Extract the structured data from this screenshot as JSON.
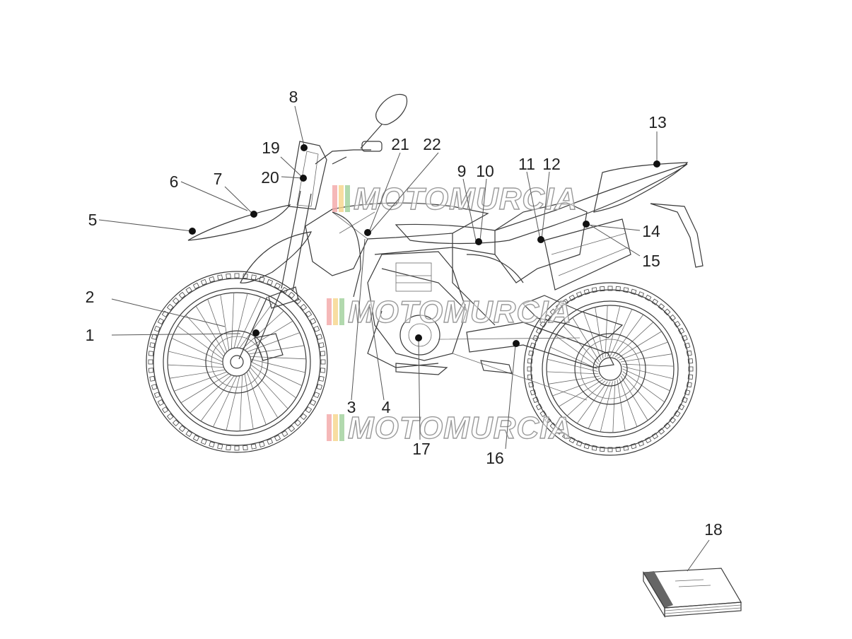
{
  "diagram": {
    "callouts": [
      {
        "id": "1",
        "label": "1"
      },
      {
        "id": "2",
        "label": "2"
      },
      {
        "id": "3",
        "label": "3"
      },
      {
        "id": "4",
        "label": "4"
      },
      {
        "id": "5",
        "label": "5"
      },
      {
        "id": "6",
        "label": "6"
      },
      {
        "id": "7",
        "label": "7"
      },
      {
        "id": "8",
        "label": "8"
      },
      {
        "id": "9",
        "label": "9"
      },
      {
        "id": "10",
        "label": "10"
      },
      {
        "id": "11",
        "label": "11"
      },
      {
        "id": "12",
        "label": "12"
      },
      {
        "id": "13",
        "label": "13"
      },
      {
        "id": "14",
        "label": "14"
      },
      {
        "id": "15",
        "label": "15"
      },
      {
        "id": "16",
        "label": "16"
      },
      {
        "id": "17",
        "label": "17"
      },
      {
        "id": "18",
        "label": "18"
      },
      {
        "id": "19",
        "label": "19"
      },
      {
        "id": "20",
        "label": "20"
      },
      {
        "id": "21",
        "label": "21"
      },
      {
        "id": "22",
        "label": "22"
      }
    ]
  },
  "watermark": {
    "text": "MOTOMURCIA",
    "stripe_colors": [
      "#f2a6a6",
      "#f6d48a",
      "#9fd09a"
    ]
  }
}
